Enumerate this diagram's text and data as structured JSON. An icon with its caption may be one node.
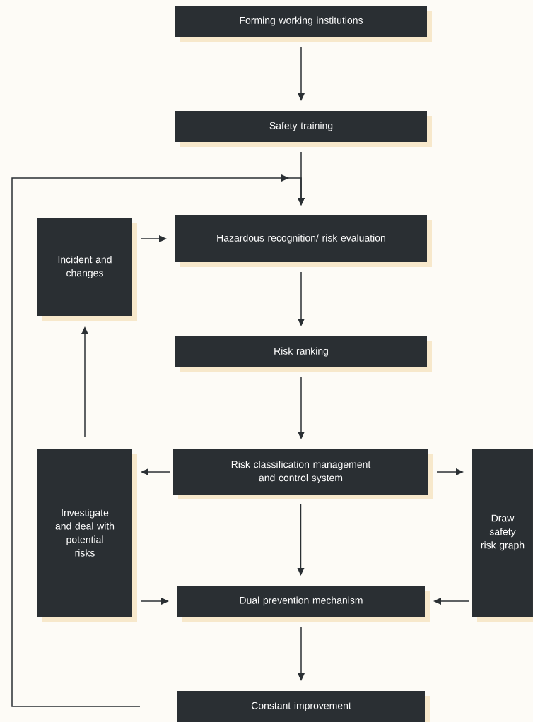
{
  "diagram": {
    "nodes": [
      {
        "text": [
          "Forming working institutions"
        ]
      },
      {
        "text": [
          "Safety training"
        ]
      },
      {
        "text": [
          "Hazardous recognition/ risk evaluation"
        ]
      },
      {
        "text": [
          "Incident and changes"
        ]
      },
      {
        "text": [
          "Risk ranking"
        ]
      },
      {
        "text": [
          "Risk classification management and control system"
        ]
      },
      {
        "text": [
          "Investigate and deal with potential risks"
        ]
      },
      {
        "text": [
          "Draw safety risk graph"
        ]
      },
      {
        "text": [
          "Dual prevention mechanism"
        ]
      },
      {
        "text": [
          "Constant improvement"
        ]
      }
    ],
    "edges": [
      {
        "from": 0,
        "to": 1,
        "arrow": "to"
      },
      {
        "from": 1,
        "to": 2,
        "arrow": "to"
      },
      {
        "from": 3,
        "to": 2,
        "arrow": "to"
      },
      {
        "from": 2,
        "to": 4,
        "arrow": "to"
      },
      {
        "from": 6,
        "to": 3,
        "arrow": "to"
      },
      {
        "from": 4,
        "to": 5,
        "arrow": "to"
      },
      {
        "from": 5,
        "to": 6,
        "arrow": "to"
      },
      {
        "from": 5,
        "to": 7,
        "arrow": "to"
      },
      {
        "from": 5,
        "to": 8,
        "arrow": "to"
      },
      {
        "from": 6,
        "to": 8,
        "arrow": "to"
      },
      {
        "from": 7,
        "to": 8,
        "arrow": "to"
      },
      {
        "from": 8,
        "to": 9,
        "arrow": "to"
      },
      {
        "from": 9,
        "to": 2,
        "arrow": "to"
      }
    ]
  }
}
